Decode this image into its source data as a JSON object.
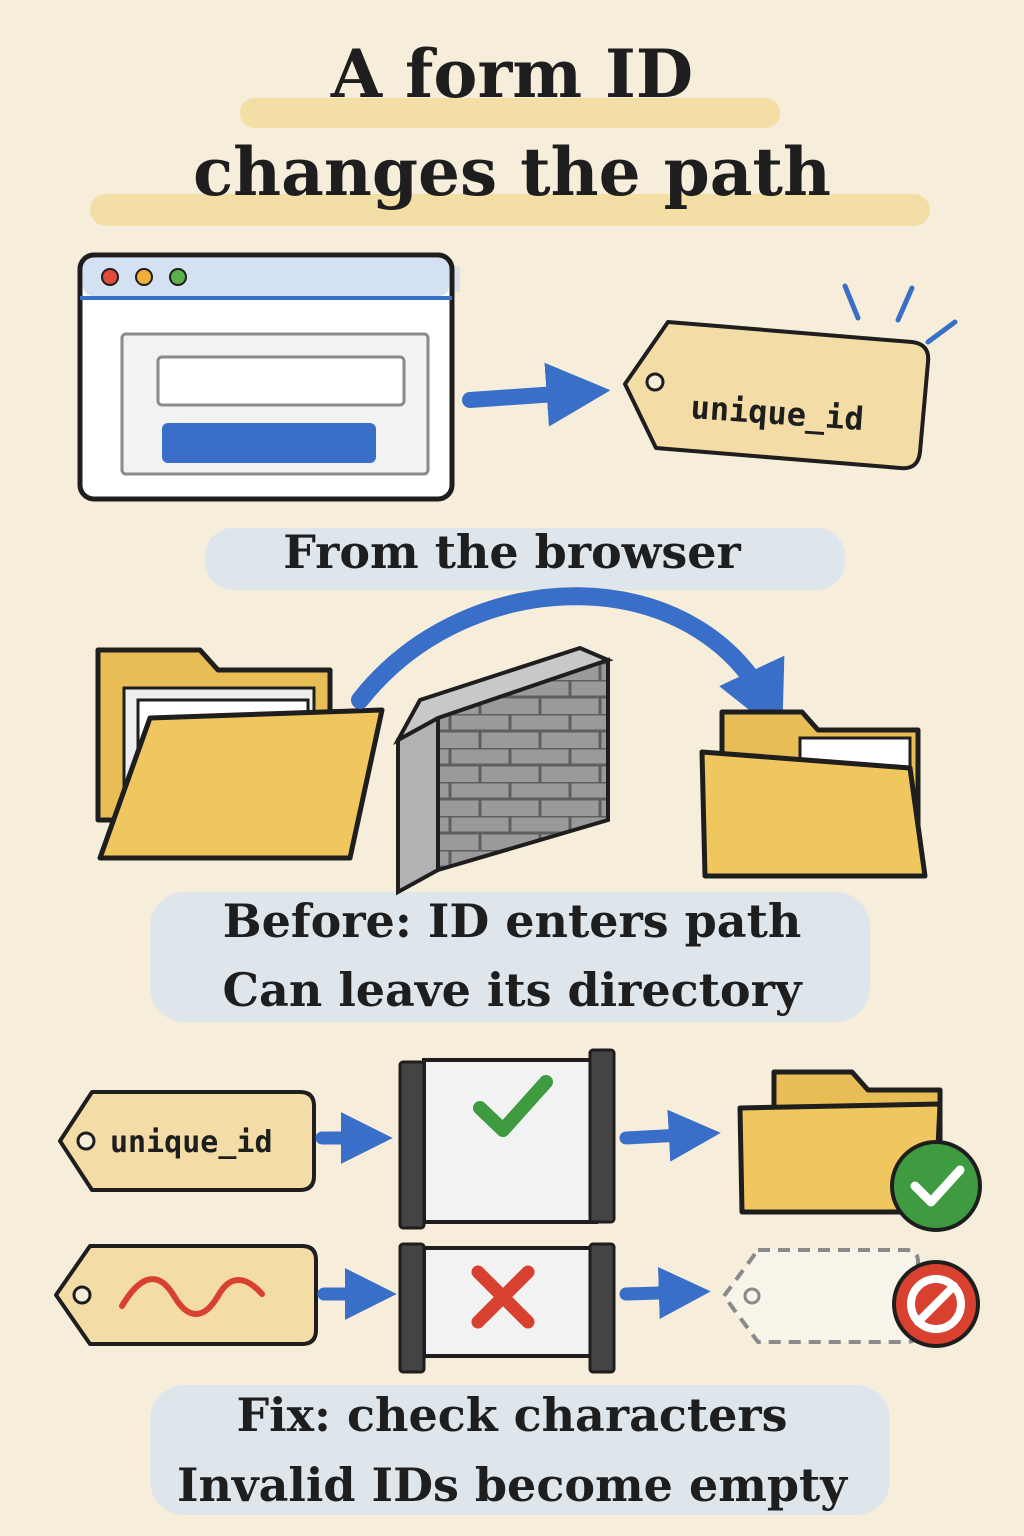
{
  "title_lines": [
    "A form ID",
    "changes the path"
  ],
  "step1": {
    "caption": "From the browser",
    "tag_label": "unique_id"
  },
  "step2": {
    "caption_lines": [
      "Before: ID enters path",
      "Can leave its directory"
    ]
  },
  "step3": {
    "valid_tag_label": "unique_id",
    "caption_lines": [
      "Fix: check characters",
      "Invalid IDs become empty"
    ]
  },
  "colors": {
    "paper": "#f6eedb",
    "ink": "#1e1e1e",
    "accent_blue": "#3a6fc9",
    "folder_yellow": "#e9bd55",
    "tag_tan": "#f4dca6",
    "ok_green": "#3f9b3f",
    "error_red": "#d8402f",
    "wall_gray": "#8f8f8f"
  },
  "icons": [
    "browser-window-icon",
    "id-tag-icon",
    "folder-icon",
    "brick-wall-icon",
    "checkmark-icon",
    "cross-icon",
    "no-entry-icon",
    "squiggle-icon"
  ]
}
